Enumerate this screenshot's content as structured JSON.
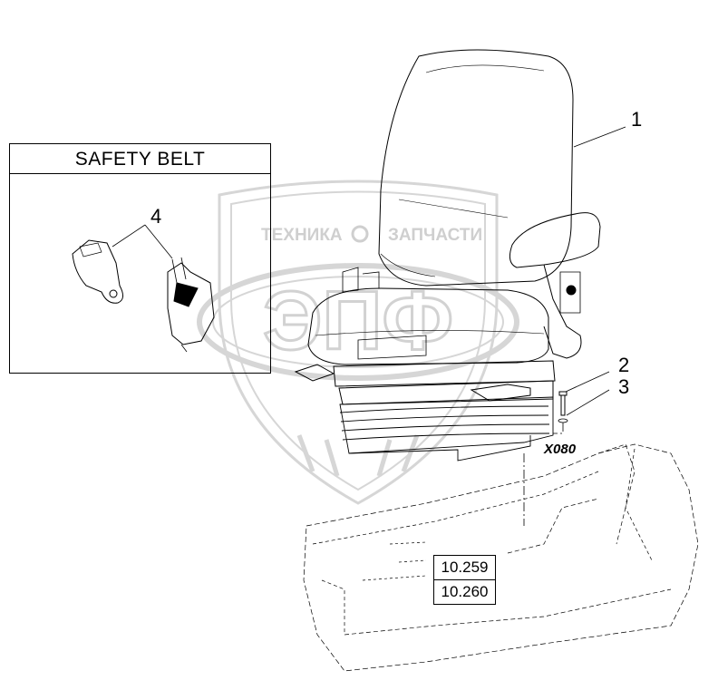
{
  "inset": {
    "title": "SAFETY BELT"
  },
  "callouts": {
    "c1": "1",
    "c2": "2",
    "c3": "3",
    "c4": "4"
  },
  "connector": {
    "label": "X080"
  },
  "references": {
    "ref1": "10.259",
    "ref2": "10.260"
  },
  "watermark": {
    "left_word": "ТЕХНИКА",
    "right_word": "ЗАПЧАСТИ",
    "logo": "ЭПФ"
  },
  "colors": {
    "line": "#000000",
    "watermark": "#d8d8d8",
    "background": "#ffffff"
  }
}
